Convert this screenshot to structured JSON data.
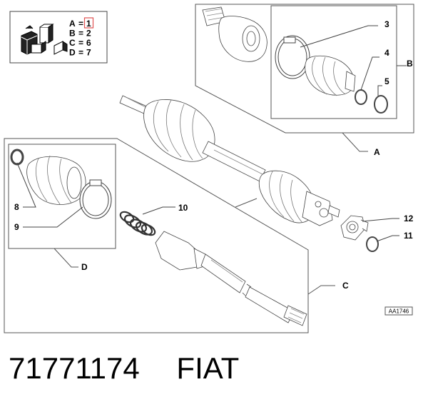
{
  "legend": {
    "rows": [
      {
        "key": "A",
        "sep": "=",
        "value": "1"
      },
      {
        "key": "B",
        "sep": "=",
        "value": "2"
      },
      {
        "key": "C",
        "sep": "=",
        "value": "6"
      },
      {
        "key": "D",
        "sep": "=",
        "value": "7"
      }
    ],
    "highlight_color": "#e05050"
  },
  "callouts": {
    "n3": "3",
    "n4": "4",
    "n5": "5",
    "nB": "B",
    "nA": "A",
    "n8": "8",
    "n9": "9",
    "n10": "10",
    "n12": "12",
    "n11": "11",
    "nD": "D",
    "nC": "C"
  },
  "drawing_ref": "AA1746",
  "footer": {
    "part_number": "71771174",
    "brand": "FIAT"
  }
}
